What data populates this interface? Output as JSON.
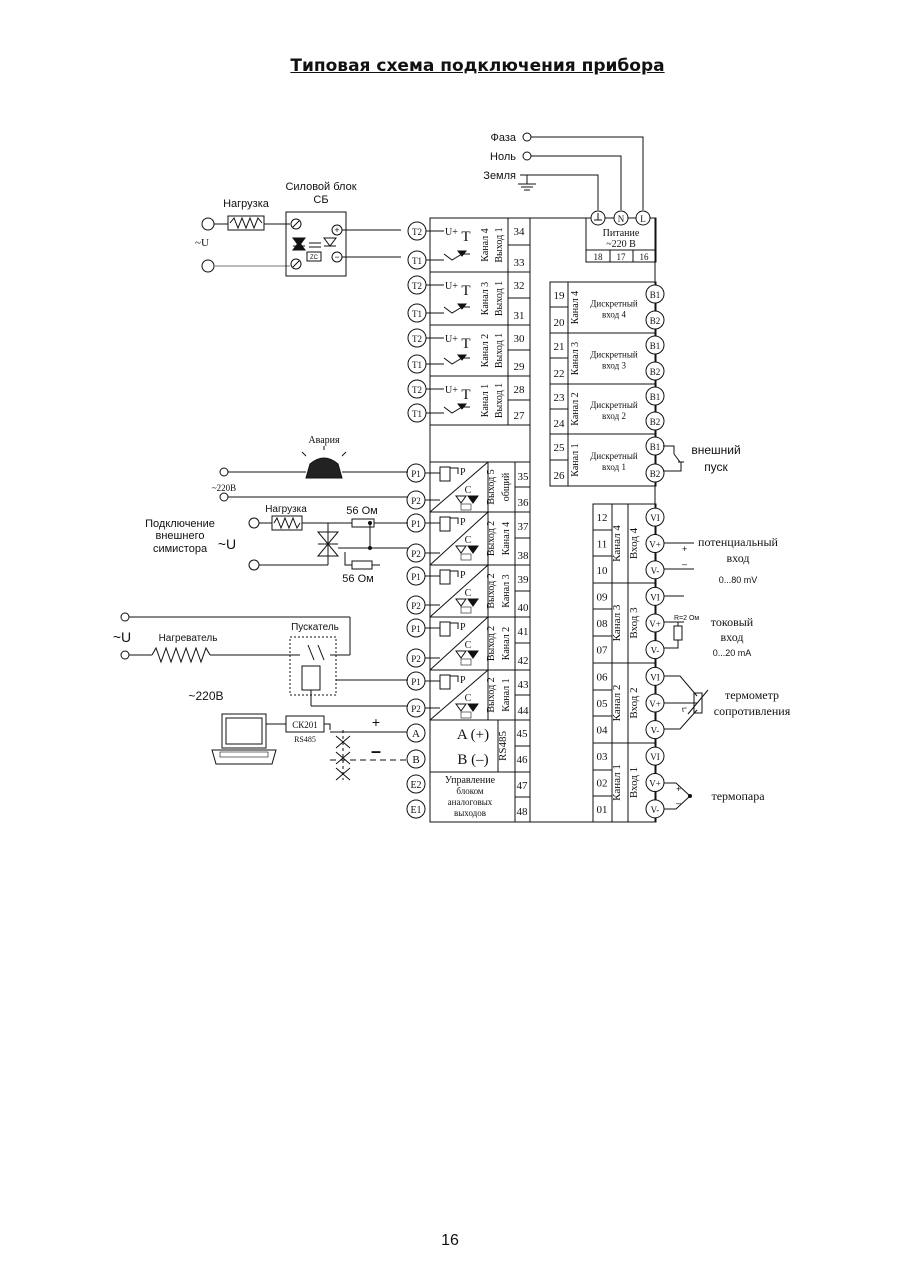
{
  "page": {
    "title": "Типовая схема подключения прибора",
    "page_number": "16"
  },
  "mains": {
    "phase": "Фаза",
    "neutral": "Ноль",
    "ground": "Земля",
    "block_title_1": "Питание",
    "block_title_2": "~220 В",
    "term_18": "18",
    "term_17": "17",
    "term_16": "16",
    "sym_n": "N",
    "sym_l": "L"
  },
  "power_unit": {
    "load": "Нагрузка",
    "title_1": "Силовой блок",
    "title_2": "СБ",
    "supply": "~U",
    "zc": "ZC",
    "plus": "+",
    "minus": "−"
  },
  "ssr_outputs": [
    {
      "channel": "Канал 4",
      "output": "Выход 1",
      "top_term": "34",
      "bot_term": "33"
    },
    {
      "channel": "Канал 3",
      "output": "Выход 1",
      "top_term": "32",
      "bot_term": "31"
    },
    {
      "channel": "Канал 2",
      "output": "Выход 1",
      "top_term": "30",
      "bot_term": "29"
    },
    {
      "channel": "Канал 1",
      "output": "Выход 1",
      "top_term": "28",
      "bot_term": "27"
    }
  ],
  "ssr_labels": {
    "t2": "T2",
    "t1": "T1",
    "uplus": "U+",
    "t": "T"
  },
  "relay_outputs": [
    {
      "line1": "Выход 5",
      "line2": "общий",
      "top_term": "35",
      "bot_term": "36"
    },
    {
      "line1": "Выход 2",
      "line2": "Канал 4",
      "top_term": "37",
      "bot_term": "38"
    },
    {
      "line1": "Выход 2",
      "line2": "Канал 3",
      "top_term": "39",
      "bot_term": "40"
    },
    {
      "line1": "Выход 2",
      "line2": "Канал 2",
      "top_term": "41",
      "bot_term": "42"
    },
    {
      "line1": "Выход 2",
      "line2": "Канал 1",
      "top_term": "43",
      "bot_term": "44"
    }
  ],
  "relay_labels": {
    "p1": "P1",
    "p2": "P2",
    "p": "P",
    "c": "C"
  },
  "alarm": {
    "label": "Авария",
    "supply": "~220В"
  },
  "triac_ext": {
    "title_1": "Подключение",
    "title_2": "внешнего",
    "title_3": "симистора",
    "supply": "~U",
    "load": "Нагрузка",
    "r1": "56 Ом",
    "r2": "56 Ом"
  },
  "starter": {
    "supply": "~U",
    "heater": "Нагреватель",
    "starter": "Пускатель",
    "supply2": "~220В"
  },
  "rs485": {
    "a": "A (+)",
    "b": "B (–)",
    "name": "RS485",
    "t45": "45",
    "t46": "46",
    "sym_a": "A",
    "sym_b": "B",
    "converter": "СК201",
    "conv_sub": "RS485",
    "plus": "+",
    "minus": "–"
  },
  "analog_ctrl": {
    "line1": "Управление",
    "line2": "блоком",
    "line3": "аналоговых",
    "line4": "выходов",
    "t47": "47",
    "t48": "48",
    "e2": "E2",
    "e1": "E1"
  },
  "discrete_inputs": [
    {
      "channel": "Канал 4",
      "line1": "Дискретный",
      "line2": "вход 4",
      "t_top": "19",
      "t_bot": "20"
    },
    {
      "channel": "Канал 3",
      "line1": "Дискретный",
      "line2": "вход 3",
      "t_top": "21",
      "t_bot": "22"
    },
    {
      "channel": "Канал 2",
      "line1": "Дискретный",
      "line2": "вход 2",
      "t_top": "23",
      "t_bot": "24"
    },
    {
      "channel": "Канал 1",
      "line1": "Дискретный",
      "line2": "вход 1",
      "t_top": "25",
      "t_bot": "26"
    }
  ],
  "discrete_labels": {
    "b1": "B1",
    "b2": "B2",
    "ext_1": "внешний",
    "ext_2": "пуск"
  },
  "analog_inputs": [
    {
      "channel": "Канал 4",
      "input": "Вход 4",
      "terms": [
        "12",
        "11",
        "10"
      ]
    },
    {
      "channel": "Канал 3",
      "input": "Вход 3",
      "terms": [
        "09",
        "08",
        "07"
      ]
    },
    {
      "channel": "Канал 2",
      "input": "Вход 2",
      "terms": [
        "06",
        "05",
        "04"
      ]
    },
    {
      "channel": "Канал 1",
      "input": "Вход 1",
      "terms": [
        "03",
        "02",
        "01"
      ]
    }
  ],
  "analog_labels": {
    "vi": "VI",
    "vp": "V+",
    "vm": "V-"
  },
  "sensors": {
    "pot_1": "потенциальный",
    "pot_2": "вход",
    "pot_range": "0...80 mV",
    "cur_r": "R=2 Ом",
    "cur_1": "токовый",
    "cur_2": "вход",
    "cur_range": "0...20 mA",
    "rtd_1": "термометр",
    "rtd_2": "сопротивления",
    "rtd_t": "t°",
    "tc": "термопара",
    "plus": "+",
    "minus": "–"
  },
  "colors": {
    "line": "#111111",
    "dim_line": "#555555",
    "lamp": "#222222"
  }
}
